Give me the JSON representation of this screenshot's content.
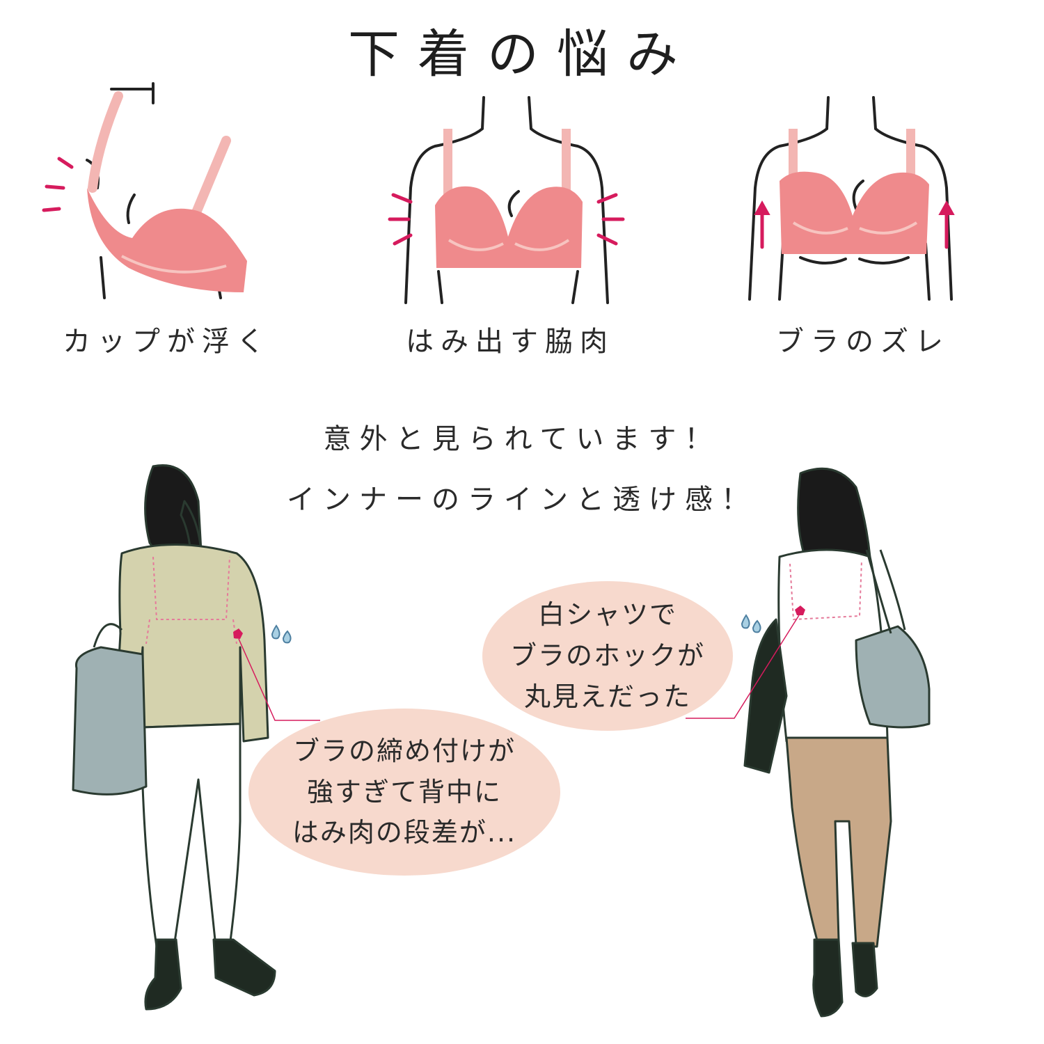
{
  "title": "下着の悩み",
  "problems": [
    {
      "caption": "カップが浮く"
    },
    {
      "caption": "はみ出す脇肉"
    },
    {
      "caption": "ブラのズレ"
    }
  ],
  "message": {
    "line1": "意外と見られています！",
    "line2": "インナーのラインと透け感！"
  },
  "bubbles": {
    "right": [
      "白シャツで",
      "ブラのホックが",
      "丸見えだった"
    ],
    "left": [
      "ブラの締め付けが",
      "強すぎて背中に",
      "はみ肉の段差が..."
    ]
  },
  "colors": {
    "bra": "#ef8a8c",
    "strap": "#f3b6b3",
    "accent": "#d61b5d",
    "bubble": "#f7d9cd",
    "jacket": "#d4d2ad",
    "bag": "#9fb1b3",
    "pants": "#c8a888"
  }
}
